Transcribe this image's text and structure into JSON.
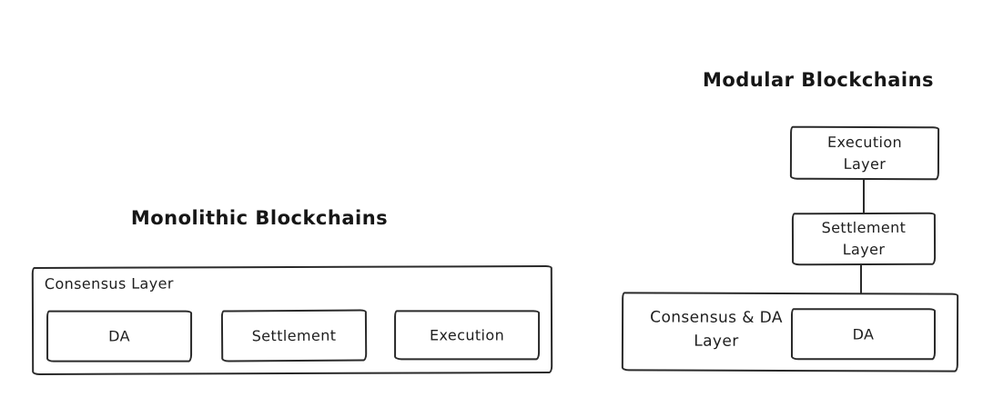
{
  "diagram": {
    "background_color": "#ffffff",
    "stroke_color": "#2a2a2a",
    "monolithic": {
      "title": "Monolithic Blockchains",
      "consensus_layer_label": "Consensus Layer",
      "blocks": [
        {
          "label": "DA"
        },
        {
          "label": "Settlement"
        },
        {
          "label": "Execution"
        }
      ]
    },
    "modular": {
      "title": "Modular Blockchains",
      "execution_layer": {
        "line1": "Execution",
        "line2": "Layer"
      },
      "settlement_layer": {
        "line1": "Settlement",
        "line2": "Layer"
      },
      "consensus_da_layer": {
        "line1": "Consensus & DA",
        "line2": "Layer"
      },
      "da_block": {
        "label": "DA"
      }
    }
  }
}
